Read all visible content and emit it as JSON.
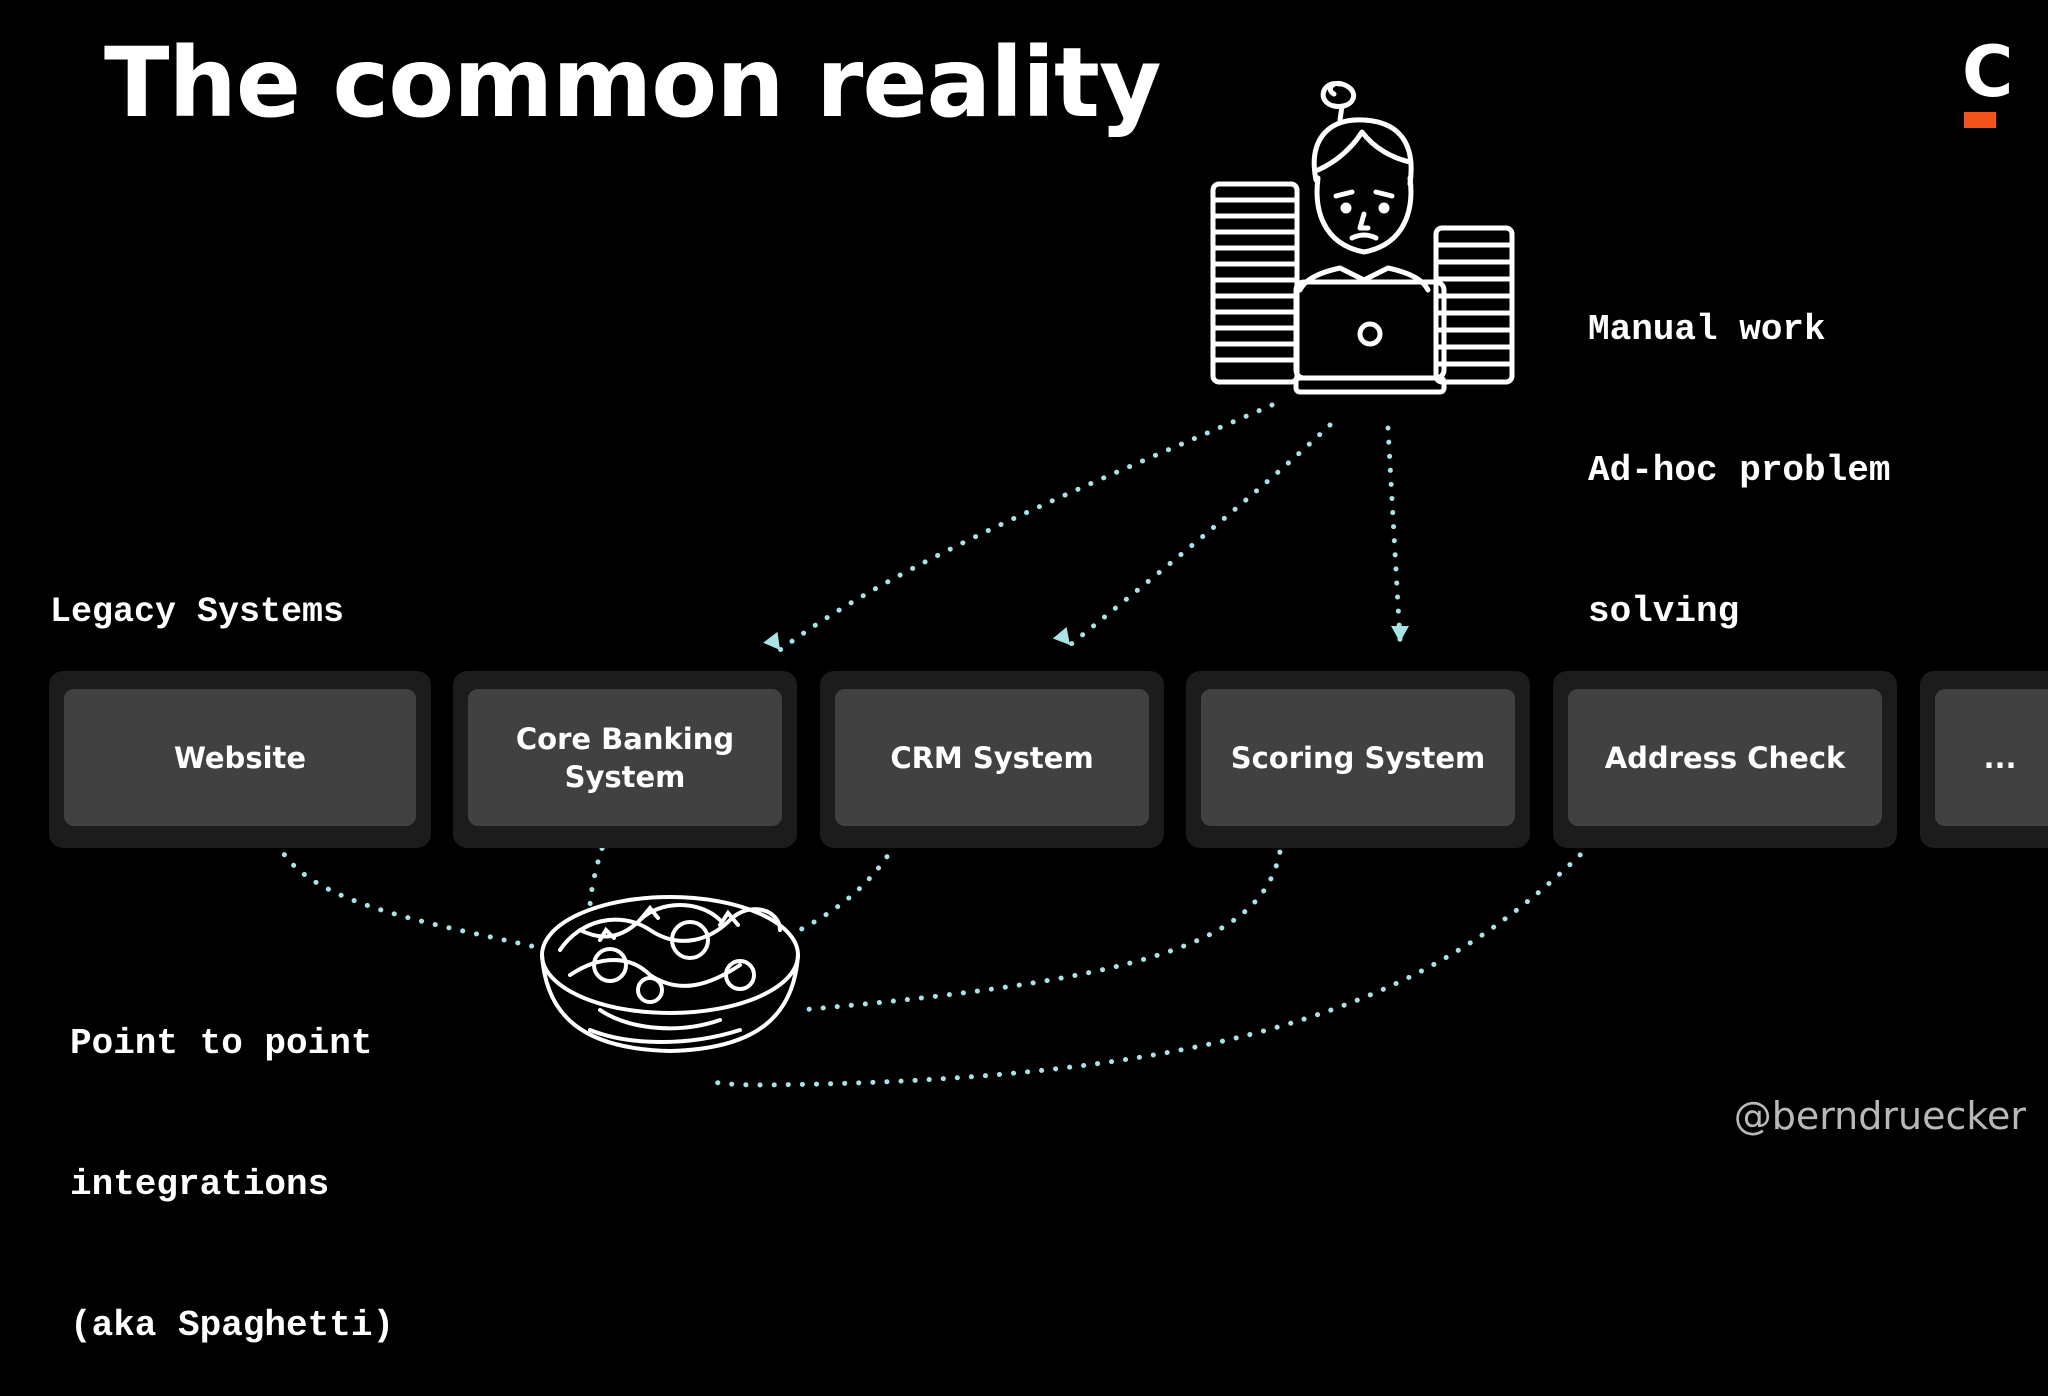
{
  "title": "The common reality",
  "manual_work": {
    "lines": [
      "Manual work",
      "Ad-hoc problem",
      "solving"
    ]
  },
  "legacy_label": "Legacy Systems",
  "systems": [
    "Website",
    "Core Banking System",
    "CRM System",
    "Scoring System",
    "Address Check",
    "..."
  ],
  "point_to_point": {
    "lines": [
      "Point to point",
      "integrations",
      "(aka Spaghetti)"
    ]
  },
  "handle": "@berndruecker",
  "logo_letter": "C",
  "colors": {
    "background": "#000000",
    "connector": "#a8e3e6",
    "box_outer": "#1c1c1c",
    "box_inner": "#414141",
    "logo_accent": "#f2541b"
  },
  "icons": [
    "stressed-developer-with-laptop-icon",
    "paper-stack-icon",
    "spaghetti-bowl-icon"
  ]
}
